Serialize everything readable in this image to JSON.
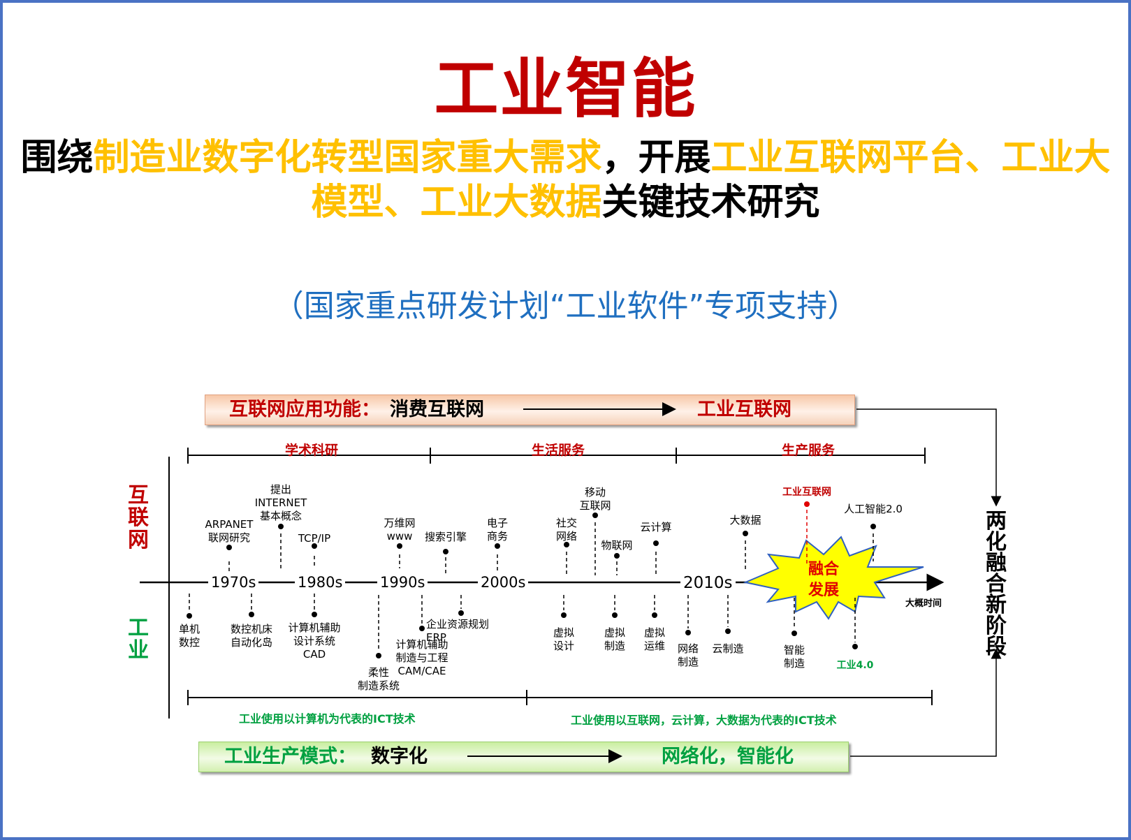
{
  "title": "工业智能",
  "headline": {
    "p1": "围绕",
    "p2": "制造业数字化转型国家重大需求",
    "p3": "，开展",
    "p4": "工业互联网平台、工业大模型、工业大数据",
    "p5": "关键技术研究"
  },
  "subtitle": "（国家重点研发计划“工业软件”专项支持）",
  "colors": {
    "title": "#c00000",
    "highlight": "#ffc000",
    "subtitle": "#1f6fc0",
    "green": "#00a040",
    "border": "#4a72c4"
  },
  "top_banner": {
    "label": "互联网应用功能：",
    "from": "消费互联网",
    "to": "工业互联网"
  },
  "bottom_banner": {
    "label": "工业生产模式：",
    "from": "数字化",
    "to": "网络化，智能化"
  },
  "eras": [
    "学术科研",
    "生活服务",
    "生产服务"
  ],
  "side_labels": {
    "internet": "互联网",
    "industry": "工业",
    "right": "两化融合新阶段"
  },
  "decades": [
    "1970s",
    "1980s",
    "1990s",
    "2000s",
    "2010s"
  ],
  "axis_end": "大概时间",
  "burst": {
    "line1": "融合",
    "line2": "发展"
  },
  "internet_items": [
    "ARPANET\n联网研究",
    "提出\nINTERNET\n基本概念",
    "TCP/IP",
    "万维网\nwww",
    "搜索引擎",
    "电子\n商务",
    "社交\n网络",
    "移动\n互联网",
    "物联网",
    "云计算",
    "大数据",
    "工业互联网",
    "人工智能2.0"
  ],
  "industry_items": [
    "单机\n数控",
    "数控机床\n自动化岛",
    "计算机辅助\n设计系统\nCAD",
    "柔性\n制造系统",
    "计算机辅助\n制造与工程\nCAM/CAE",
    "企业资源规划\nERP",
    "虚拟\n设计",
    "虚拟\n制造",
    "虚拟\n运维",
    "网络\n制造",
    "云制造",
    "智能\n制造",
    "工业4.0"
  ],
  "ict": [
    "工业使用以计算机为代表的ICT技术",
    "工业使用以互联网，云计算，大数据为代表的ICT技术"
  ]
}
